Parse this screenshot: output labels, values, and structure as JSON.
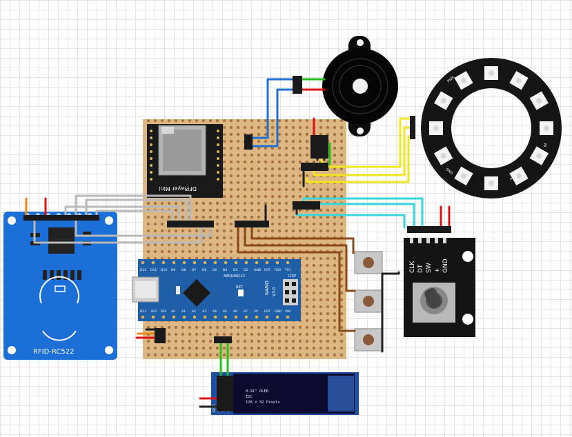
{
  "components": {
    "rfid": {
      "label": "RFID-RC522"
    },
    "dfplayer": {
      "label": "DFPlayer Mini"
    },
    "nano": {
      "brand": "ARDUINO.CC",
      "model": "NANO",
      "version": "V3.0",
      "icsp": "ICSP",
      "rst": "RST",
      "top_pins": [
        "D12",
        "D11",
        "D10",
        "D9",
        "D8",
        "D7",
        "D6",
        "D5",
        "D4",
        "D3",
        "D2",
        "GND",
        "RST",
        "RX0",
        "TX1"
      ],
      "bottom_pins": [
        "D13",
        "3V3",
        "REF",
        "A0",
        "A1",
        "A2",
        "A3",
        "A4",
        "A5",
        "A6",
        "A7",
        "5V",
        "RST",
        "GND",
        "VIN"
      ]
    },
    "encoder": {
      "pins": [
        "CLK",
        "DT",
        "SW",
        "+",
        "GND"
      ]
    },
    "oled": {
      "pins": [
        "GND",
        "VCC",
        "SCL",
        "SDA"
      ],
      "lines": [
        "0.91\" OLED",
        "I2C",
        "128 x 32 Pixels"
      ]
    },
    "ring": {
      "labels": [
        "PWR",
        "IN",
        "GND",
        "PWR"
      ]
    }
  },
  "colors": {
    "blue_wire": "#1f6fd0",
    "yellow_wire": "#f2e620",
    "cyan_wire": "#3ad6df",
    "brown_wire": "#8a4a18",
    "red_wire": "#e01010",
    "black_wire": "#202020",
    "green_wire": "#22c21c",
    "orange_wire": "#e88a1a",
    "gray_wire": "#b9b9b9",
    "perfboard": "#dcb784",
    "nano_board": "#1f5fa8",
    "rfid_board": "#1b6fd6",
    "oled_board": "#1e4fa0"
  }
}
